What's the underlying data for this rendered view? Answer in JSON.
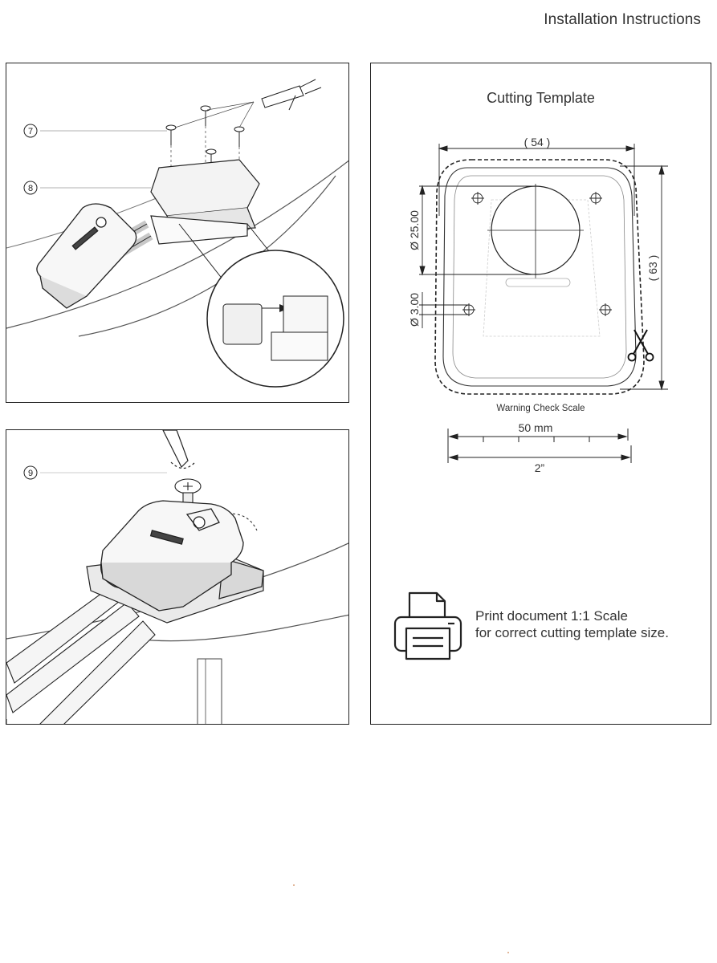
{
  "header": {
    "title": "Installation Instructions"
  },
  "steps": {
    "step8": {
      "callouts": [
        "7",
        "8"
      ]
    },
    "step9": {
      "callouts": [
        "9"
      ]
    }
  },
  "template": {
    "title": "Cutting Template",
    "dims": {
      "width": "( 54 )",
      "height": "( 63 )",
      "hole_large": "Ø 25.00",
      "hole_small": "Ø 3.00"
    },
    "warning_label": "Warning Check Scale",
    "scale_metric": "50 mm",
    "scale_imperial": "2”",
    "print_note_line1": "Print document 1:1 Scale",
    "print_note_line2": "for correct cutting template size."
  },
  "icons": {
    "printer": "printer-icon",
    "scissors": "scissors-icon"
  }
}
